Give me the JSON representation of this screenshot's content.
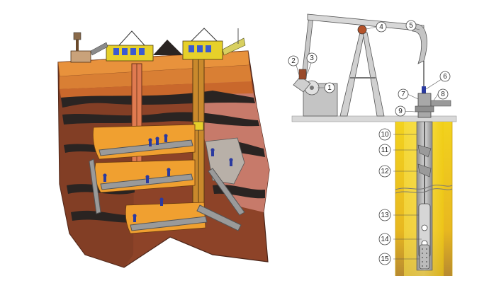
{
  "mine_diagram": {},
  "pump_diagram": {
    "callouts": [
      {
        "id": "c1",
        "label": "1"
      },
      {
        "id": "c2",
        "label": "2"
      },
      {
        "id": "c3",
        "label": "3"
      },
      {
        "id": "c4",
        "label": "4"
      },
      {
        "id": "c5",
        "label": "5"
      },
      {
        "id": "c6",
        "label": "6"
      },
      {
        "id": "c7",
        "label": "7"
      },
      {
        "id": "c8",
        "label": "8"
      },
      {
        "id": "c9",
        "label": "9"
      },
      {
        "id": "c10",
        "label": "10"
      },
      {
        "id": "c11",
        "label": "11"
      },
      {
        "id": "c12",
        "label": "12"
      },
      {
        "id": "c13",
        "label": "13"
      },
      {
        "id": "c14",
        "label": "14"
      },
      {
        "id": "c15",
        "label": "15"
      }
    ]
  },
  "colors": {
    "soil_top": "#e8923c",
    "rock_brown": "#9a4a2a",
    "rock_pink": "#c77a6a",
    "coal_seam": "#2a2422",
    "tunnel_orange": "#f0a030",
    "pump_gray": "#bfbfbf",
    "well_yellow": "#f2d21e"
  }
}
